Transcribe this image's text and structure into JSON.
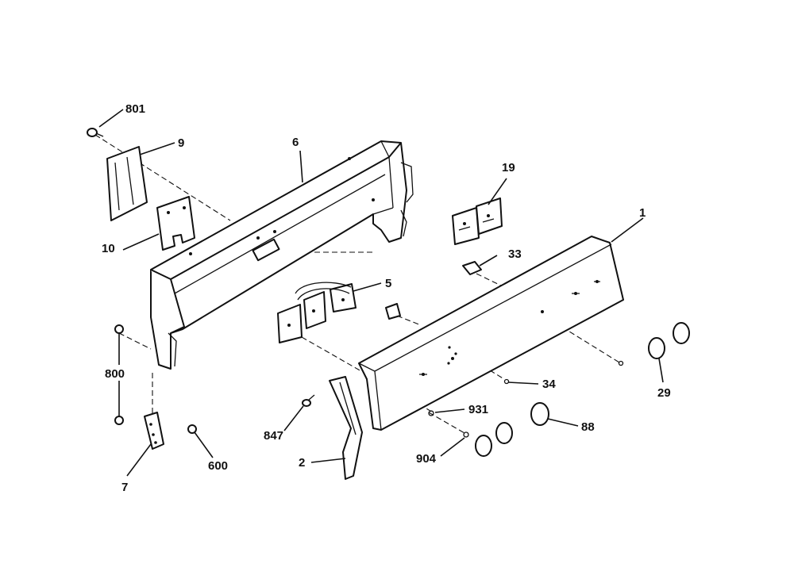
{
  "callouts": {
    "c801": "801",
    "c9": "9",
    "c6": "6",
    "c10": "10",
    "c19": "19",
    "c1": "1",
    "c33": "33",
    "c5": "5",
    "c800": "800",
    "c34": "34",
    "c29": "29",
    "c931": "931",
    "c88": "88",
    "c847": "847",
    "c904": "904",
    "c7": "7",
    "c600": "600",
    "c2": "2"
  }
}
